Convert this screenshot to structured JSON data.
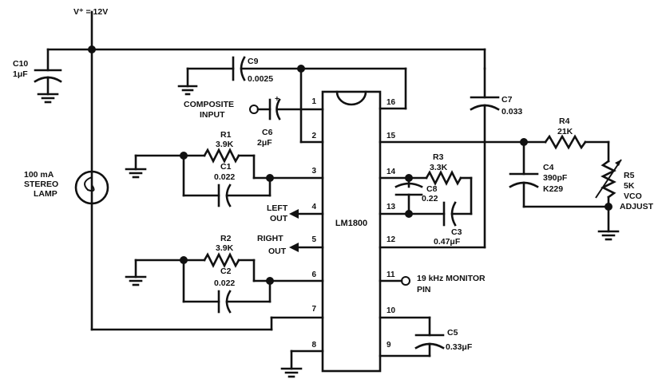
{
  "supply": {
    "label": "V⁺ = 12V"
  },
  "ic": {
    "name": "LM1800",
    "pins": [
      "1",
      "2",
      "3",
      "4",
      "5",
      "6",
      "7",
      "8",
      "9",
      "10",
      "11",
      "12",
      "13",
      "14",
      "15",
      "16"
    ]
  },
  "components": {
    "c10": {
      "ref": "C10",
      "value": "1μF"
    },
    "c9": {
      "ref": "C9",
      "value": "0.0025"
    },
    "c6": {
      "ref": "C6",
      "value": "2μF",
      "polarity": "+"
    },
    "c7": {
      "ref": "C7",
      "value": "0.033"
    },
    "r1": {
      "ref": "R1",
      "value": "3.9K"
    },
    "c1": {
      "ref": "C1",
      "value": "0.022"
    },
    "r2": {
      "ref": "R2",
      "value": "3.9K"
    },
    "c2": {
      "ref": "C2",
      "value": "0.022"
    },
    "r3": {
      "ref": "R3",
      "value": "3.3K"
    },
    "c8": {
      "ref": "C8",
      "value": "0.22"
    },
    "c3": {
      "ref": "C3",
      "value": "0.47μF"
    },
    "r4": {
      "ref": "R4",
      "value": "21K"
    },
    "c4": {
      "ref": "C4",
      "value": "390pF",
      "note": "K229"
    },
    "r5": {
      "ref": "R5",
      "value": "5K",
      "line3": "VCO",
      "line4": "ADJUST"
    },
    "c5": {
      "ref": "C5",
      "value": "0.33μF"
    }
  },
  "lamp": {
    "line1": "100 mA",
    "line2": "STEREO",
    "line3": "LAMP"
  },
  "signals": {
    "composite": [
      "COMPOSITE",
      "INPUT"
    ],
    "left": [
      "LEFT",
      "OUT"
    ],
    "right": [
      "RIGHT",
      "OUT"
    ],
    "monitor": [
      "19 kHz MONITOR",
      "PIN"
    ]
  }
}
